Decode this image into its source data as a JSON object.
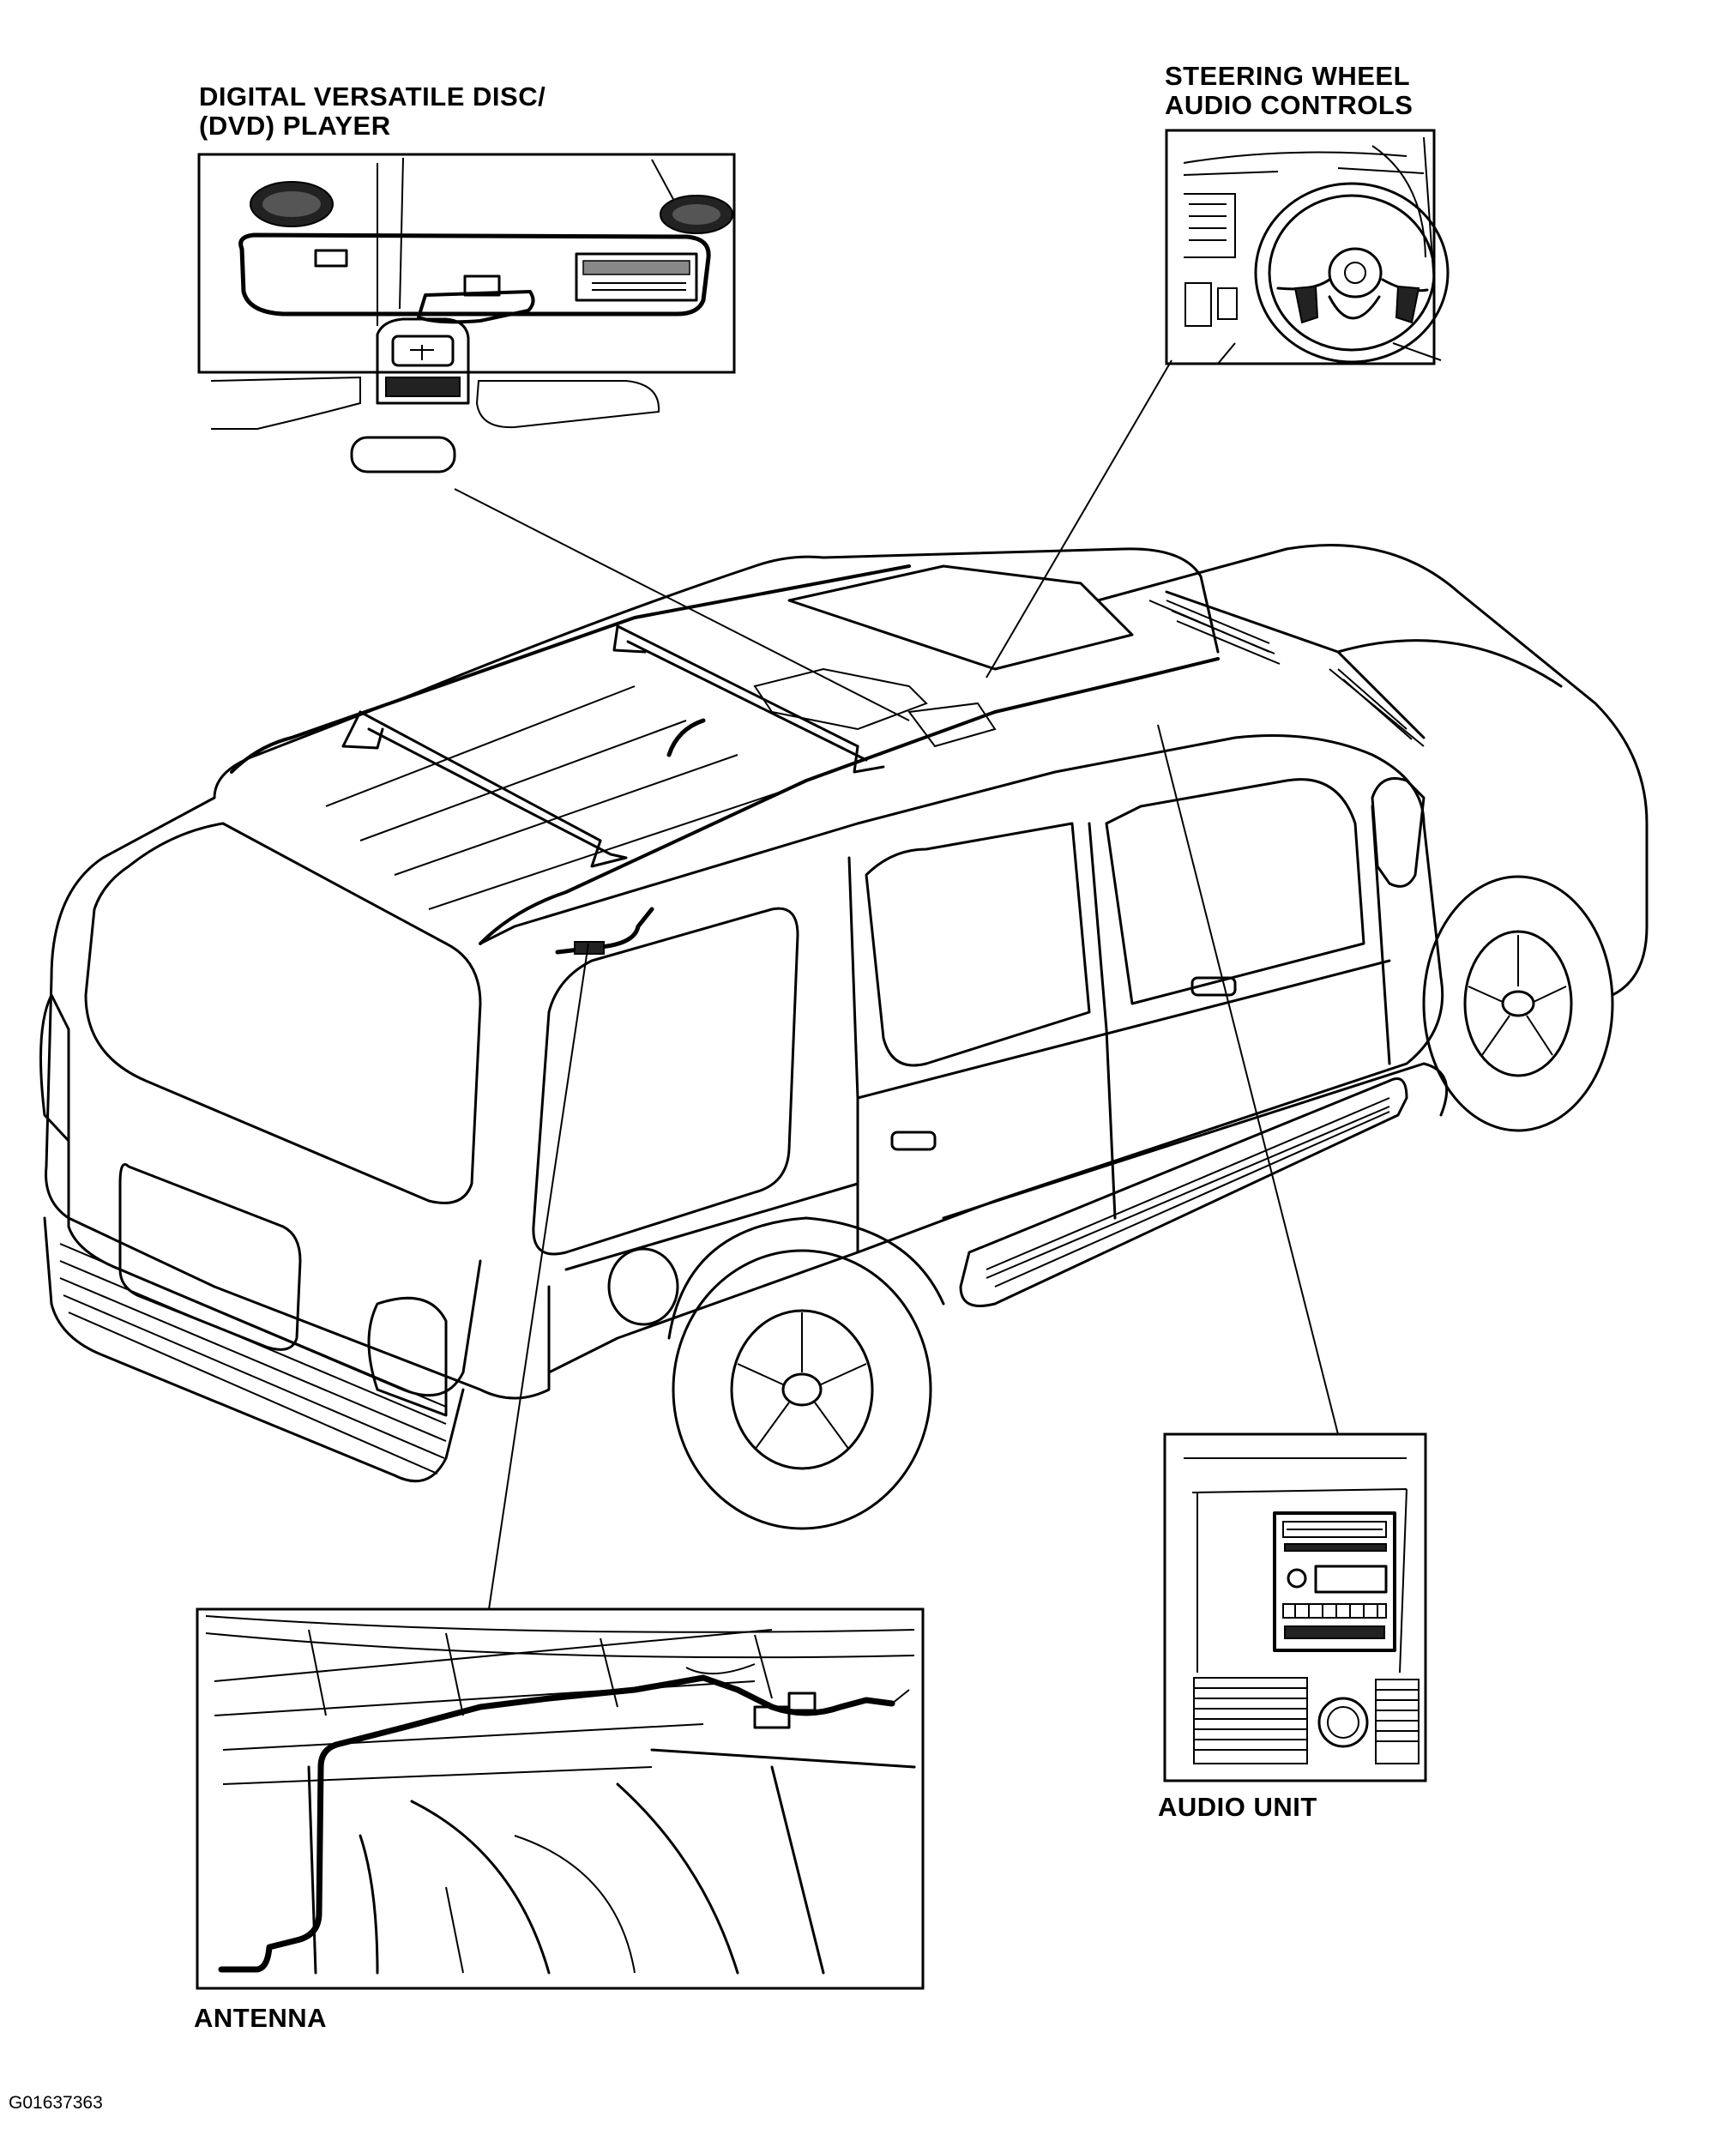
{
  "labels": {
    "dvd_line1": "DIGITAL VERSATILE DISC/",
    "dvd_line2": "(DVD) PLAYER",
    "steering_line1": "STEERING WHEEL",
    "steering_line2": "AUDIO CONTROLS",
    "audio_unit": "AUDIO UNIT",
    "antenna": "ANTENNA"
  },
  "figure_id": "G01637363"
}
